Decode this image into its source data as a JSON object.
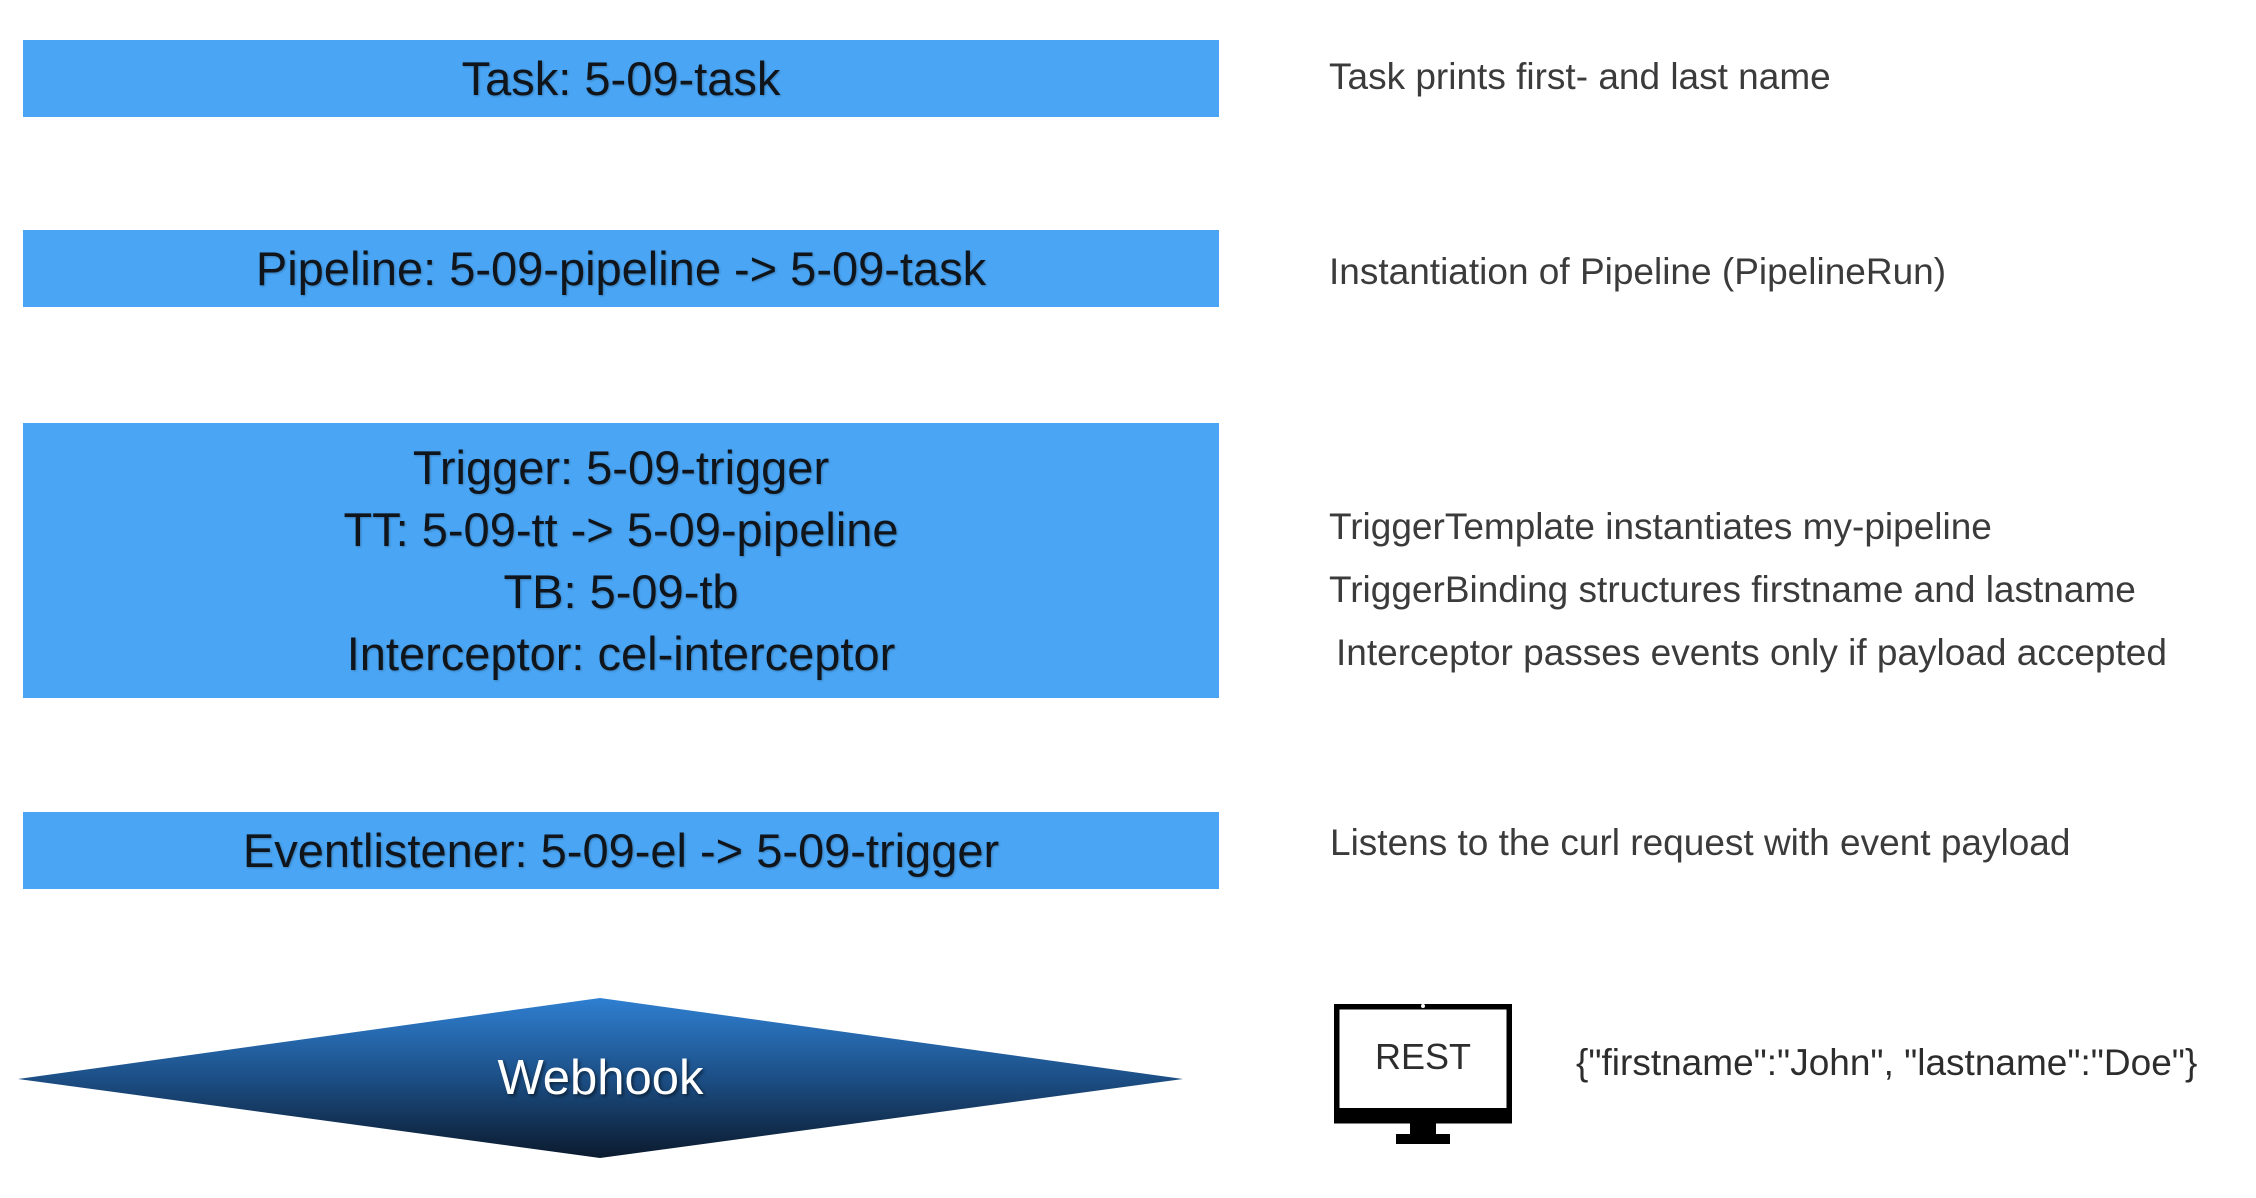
{
  "boxes": {
    "task": [
      "Task: 5-09-task"
    ],
    "pipeline": [
      "Pipeline: 5-09-pipeline -> 5-09-task"
    ],
    "trigger": [
      "Trigger: 5-09-trigger",
      "TT: 5-09-tt -> 5-09-pipeline",
      "TB: 5-09-tb",
      "Interceptor: cel-interceptor"
    ],
    "eventlistener": [
      "Eventlistener: 5-09-el -> 5-09-trigger"
    ]
  },
  "descriptions": {
    "task": "Task prints first- and last name",
    "pipeline": "Instantiation of Pipeline (PipelineRun)",
    "trigger_template": "TriggerTemplate instantiates my-pipeline",
    "trigger_binding": "TriggerBinding structures firstname and lastname",
    "interceptor": "Interceptor passes events only if payload accepted",
    "eventlistener": "Listens to the curl request with event payload"
  },
  "webhook": {
    "label": "Webhook"
  },
  "client": {
    "label": "REST",
    "icon": "monitor-icon",
    "payload": "{\"firstname\":\"John\", \"lastname\":\"Doe\"}"
  },
  "colors": {
    "box_fill": "#4aa6f5",
    "webhook_top": "#2f7fd1",
    "webhook_bottom": "#0b1a2e",
    "text": "#3b3b3b"
  }
}
